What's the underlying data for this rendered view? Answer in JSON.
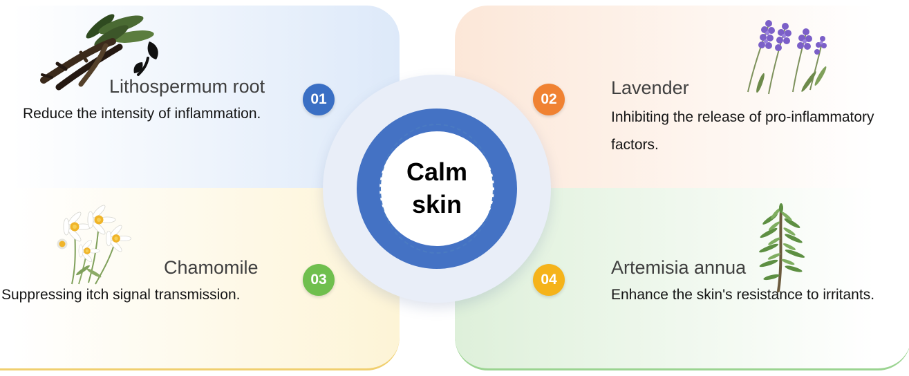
{
  "center": {
    "line1": "Calm",
    "line2": "skin",
    "ring_color": "#4472c4"
  },
  "items": [
    {
      "number": "01",
      "title": "Lithospermum root",
      "description": "Reduce the intensity of inflammation.",
      "badge_color": "#3a6fc4",
      "panel_tint": "#dde9f9",
      "image": "lithospermum-root-illustration"
    },
    {
      "number": "02",
      "title": "Lavender",
      "description": "Inhibiting the release of pro-inflammatory factors.",
      "badge_color": "#f08232",
      "panel_tint": "#fce7d8",
      "image": "lavender-illustration"
    },
    {
      "number": "03",
      "title": "Chamomile",
      "description": "Suppressing itch signal transmission.",
      "badge_color": "#6fbf4e",
      "panel_tint": "#fdf4d6",
      "image": "chamomile-illustration"
    },
    {
      "number": "04",
      "title": "Artemisia annua",
      "description": "Enhance the skin's resistance to irritants.",
      "badge_color": "#f5b31a",
      "panel_tint": "#def0da",
      "image": "artemisia-illustration"
    }
  ]
}
